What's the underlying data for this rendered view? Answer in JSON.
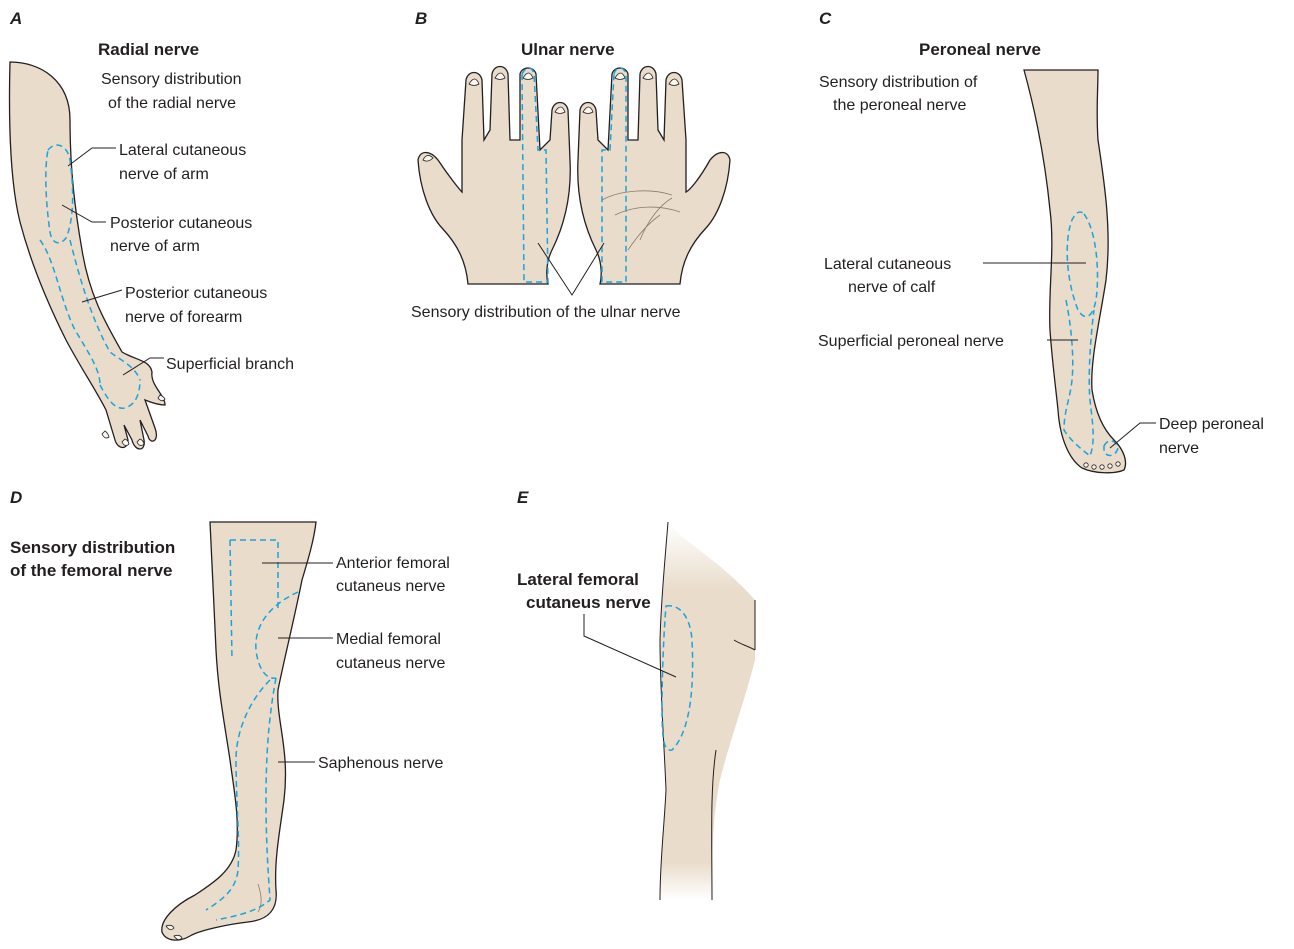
{
  "colors": {
    "skin": "#e9dccb",
    "nerve_outline": "#1ba3dc",
    "ink": "#231f20"
  },
  "panels": {
    "A": {
      "letter": "A",
      "title": "Radial nerve",
      "subtitle_1": "Sensory distribution",
      "subtitle_2": "of the radial nerve",
      "labels": {
        "lat_cut_1": "Lateral cutaneous",
        "lat_cut_2": "nerve of arm",
        "post_arm_1": "Posterior cutaneous",
        "post_arm_2": "nerve of arm",
        "post_fore_1": "Posterior cutaneous",
        "post_fore_2": "nerve of forearm",
        "superficial": "Superficial branch"
      }
    },
    "B": {
      "letter": "B",
      "title": "Ulnar nerve",
      "caption": "Sensory distribution of the ulnar nerve"
    },
    "C": {
      "letter": "C",
      "title": "Peroneal nerve",
      "subtitle_1": "Sensory distribution of",
      "subtitle_2": "the peroneal nerve",
      "labels": {
        "lat_calf_1": "Lateral cutaneous",
        "lat_calf_2": "nerve of calf",
        "superficial": "Superficial peroneal nerve",
        "deep_1": "Deep peroneal",
        "deep_2": "nerve"
      }
    },
    "D": {
      "letter": "D",
      "title_1": "Sensory distribution",
      "title_2": "of the femoral nerve",
      "labels": {
        "anterior_1": "Anterior femoral",
        "anterior_2": "cutaneus nerve",
        "medial_1": "Medial femoral",
        "medial_2": "cutaneus nerve",
        "saphenous": "Saphenous nerve"
      }
    },
    "E": {
      "letter": "E",
      "title_1": "Lateral femoral",
      "title_2": "cutaneus nerve"
    }
  }
}
